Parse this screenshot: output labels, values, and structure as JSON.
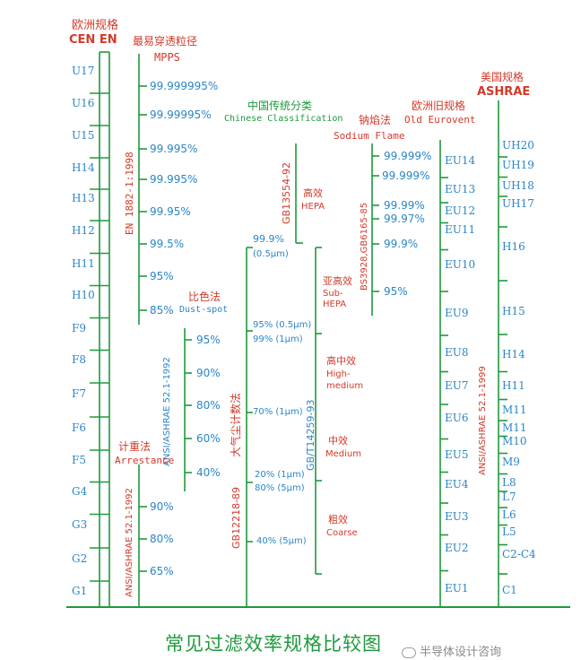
{
  "title": "常见过滤效率规格比较图",
  "watermark": "半导体设计咨询",
  "colors": {
    "line": "#1e9a3c",
    "blue": "#2a86c8",
    "red": "#d23a2a"
  },
  "cen": {
    "header_cn": "欧洲规格",
    "header_en": "CEN EN",
    "classes": [
      "U17",
      "U16",
      "U15",
      "H14",
      "H13",
      "H12",
      "H11",
      "H10",
      "F9",
      "F8",
      "F7",
      "F6",
      "F5",
      "G4",
      "G3",
      "G2",
      "G1"
    ]
  },
  "mpps": {
    "header_cn": "最易穿透粒径",
    "header_en": "MPPS",
    "standard": "EN 1882-1:1998",
    "values": [
      "99.999995%",
      "99.99995%",
      "99.995%",
      "99.995%",
      "99.95%",
      "99.5%",
      "95%",
      "85%"
    ]
  },
  "dustspot": {
    "header_cn": "比色法",
    "header_en": "Dust-spot",
    "standard": "ANSI/ASHRAE 52.1-1992",
    "values": [
      "95%",
      "90%",
      "80%",
      "60%",
      "40%"
    ]
  },
  "arrestance": {
    "header_cn": "计重法",
    "header_en": "Arrestance",
    "standard": "ANSI/ASHRAE 52.1-1992",
    "values": [
      "90%",
      "80%",
      "65%"
    ]
  },
  "chinese": {
    "header_cn": "中国传统分类",
    "header_en": "Chinese Classification",
    "std_hepa": "GB13554-92",
    "hepa_cn": "高效",
    "hepa_en": "HEPA",
    "std_atm": "GB12218-89",
    "atm_method": "大气尘计数法",
    "std_sub": "GB/T14259-93",
    "sub_cn": "亚高效",
    "sub_en1": "Sub-",
    "sub_en2": "HEPA",
    "hm_cn": "高中效",
    "hm_en1": "High-",
    "hm_en2": "medium",
    "med_cn": "中效",
    "med_en": "Medium",
    "coarse_cn": "粗效",
    "coarse_en": "Coarse",
    "v_999": "99.9%",
    "v_999_size": "(0.5μm)",
    "v_95": "95% (0.5μm)",
    "v_99": "99% (1μm)",
    "v_70": "70% (1μm)",
    "v_20": "20% (1μm)",
    "v_80": "80% (5μm)",
    "v_40": "40% (5μm)"
  },
  "sodium": {
    "header_cn": "钠焰法",
    "header_en": "Sodium Flame",
    "standard": "BS3928,GB6165-85",
    "values": [
      "99.999%",
      "99.999%",
      "99.99%",
      "99.97%",
      "99.9%",
      "95%"
    ]
  },
  "eurovent": {
    "header_cn": "欧洲旧规格",
    "header_en": "Old Eurovent",
    "classes": [
      "EU14",
      "EU13",
      "EU12",
      "EU11",
      "EU10",
      "EU9",
      "EU8",
      "EU7",
      "EU6",
      "EU5",
      "EU4",
      "EU3",
      "EU2",
      "EU1"
    ]
  },
  "ashrae": {
    "header_cn": "美国规格",
    "header_en": "ASHRAE",
    "standard": "ANSI/ASHRAE 52.1-1999",
    "classes": [
      "UH20",
      "UH19",
      "UH18",
      "UH17",
      "H16",
      "H15",
      "H14",
      "H11",
      "M11",
      "M11",
      "M10",
      "M9",
      "L8",
      "L7",
      "L6",
      "L5",
      "C2-C4",
      "C1"
    ]
  }
}
